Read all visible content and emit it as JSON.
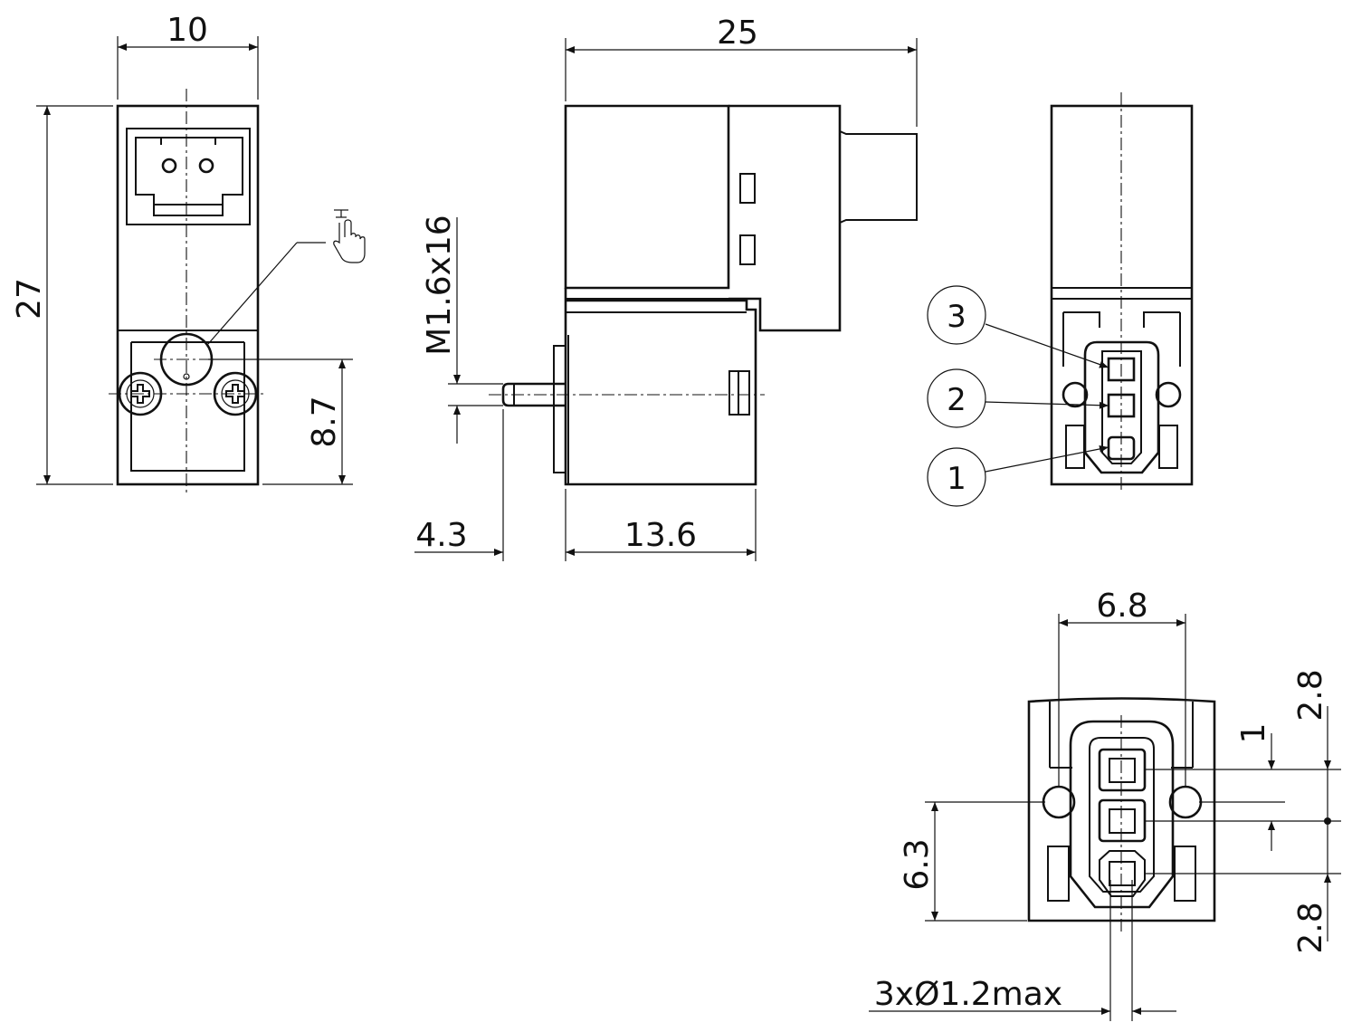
{
  "drawing": {
    "dimensions": {
      "width_front": "10",
      "height_front": "27",
      "port_height": "8.7",
      "thread_spec": "M1.6x16",
      "overall_length": "25",
      "spigot_length": "4.3",
      "body_length": "13.6",
      "pin_span": "6.8",
      "pin_offset_top": "2.8",
      "pin_pitch": "1",
      "mount_height": "6.3",
      "pin_offset_bottom": "2.8",
      "pin_diameter": "3xØ1.2max"
    },
    "balloons": [
      "3",
      "2",
      "1"
    ],
    "icons": {
      "manual_override": "hand-pointer-icon"
    }
  }
}
